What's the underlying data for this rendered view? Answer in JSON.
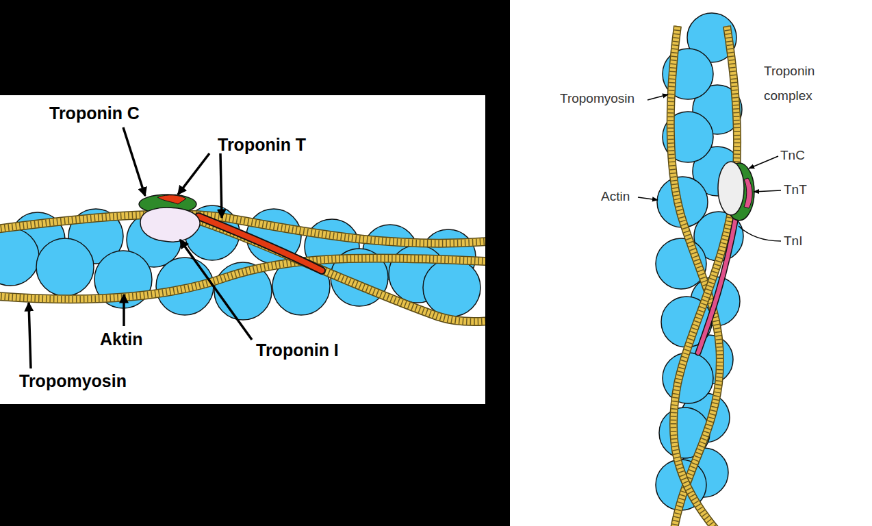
{
  "diagram": {
    "labels": [
      "Troponin C",
      "Troponin T",
      "Aktin",
      "Troponin I",
      "Tropomyosin",
      "Tropomyosin",
      "Troponin complex",
      "TnC",
      "Actin",
      "TnT",
      "TnI"
    ]
  }
}
